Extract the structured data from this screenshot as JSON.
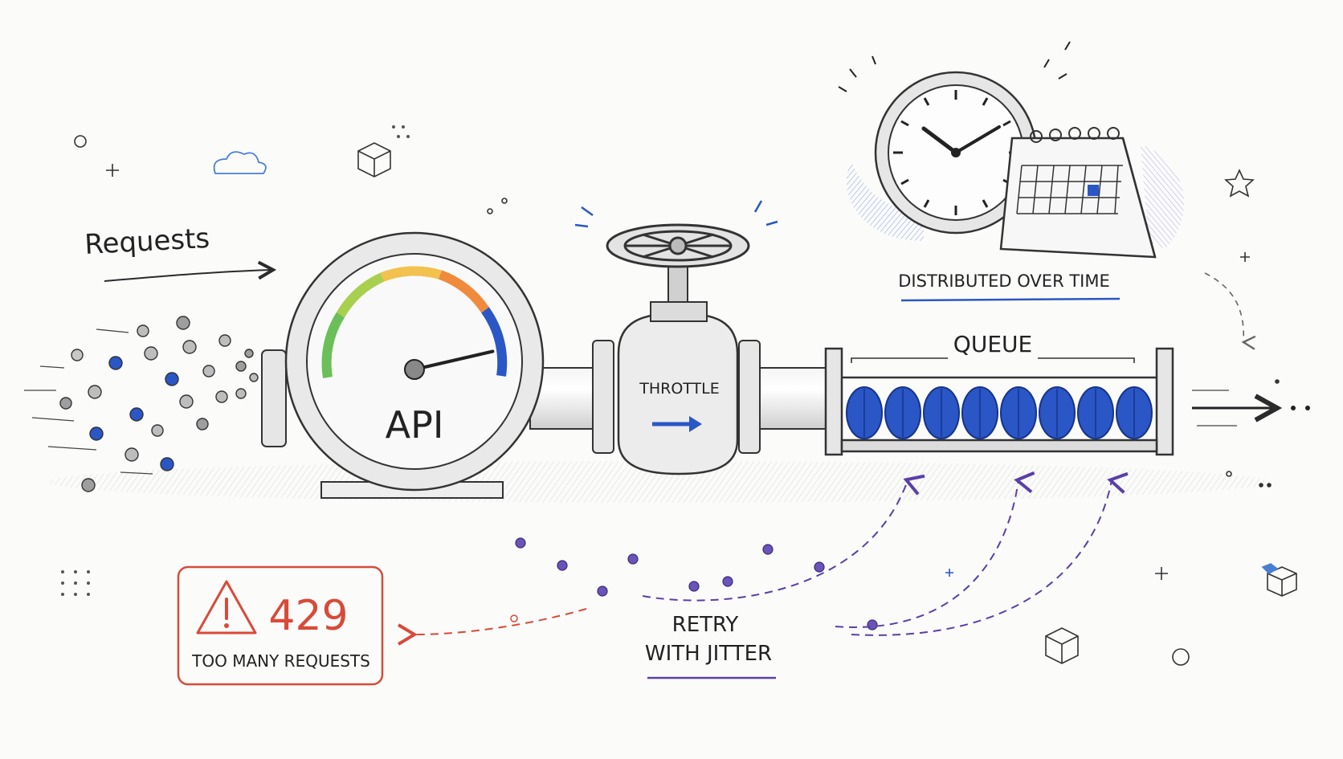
{
  "labels": {
    "requests": "Requests",
    "api": "API",
    "throttle": "THROTTLE",
    "queue": "QUEUE",
    "distributed": "DISTRIBUTED OVER TIME",
    "error_code": "429",
    "error_text": "TOO MANY REQUESTS",
    "retry_line1": "RETRY",
    "retry_line2": "WITH JITTER"
  },
  "gauge": {
    "needle_level": 0.85
  },
  "queue": {
    "item_count": 8
  },
  "colors": {
    "ink": "#2b2b2b",
    "accent_blue": "#2a56c6",
    "error_red": "#d94a38",
    "retry_purple": "#5a3fa8",
    "gauge_green": "#6bbf59",
    "gauge_yellow": "#f2c14e",
    "gauge_orange": "#f08a3c"
  },
  "icons": [
    "cloud-icon",
    "cube-icon",
    "clock-icon",
    "calendar-icon",
    "star-icon",
    "warning-icon",
    "valve-wheel-icon",
    "arrow-right-icon"
  ]
}
